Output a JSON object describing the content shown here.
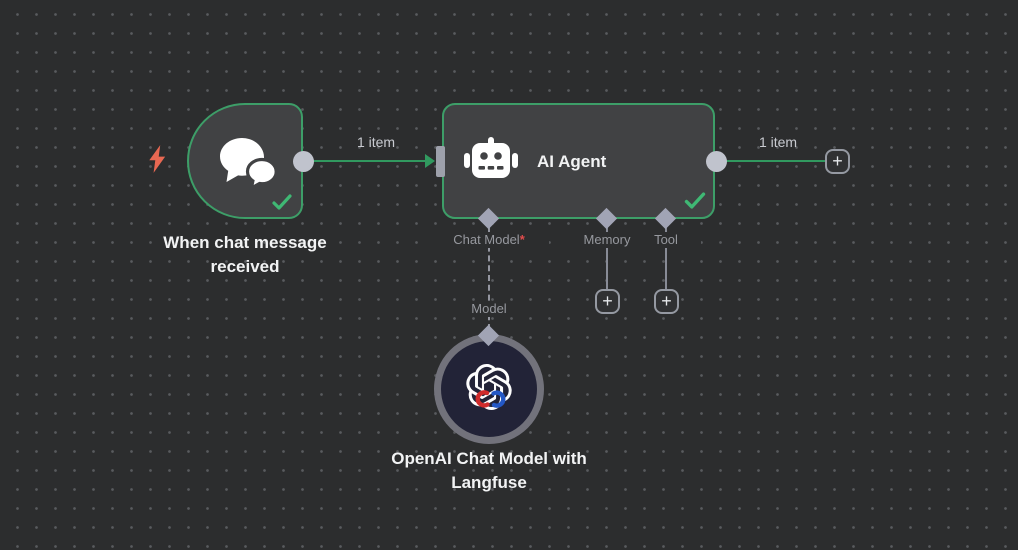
{
  "workflow": {
    "trigger": {
      "label": "When chat message received",
      "status": "success"
    },
    "agent": {
      "title": "AI Agent",
      "status": "success",
      "sub_inputs": [
        {
          "label": "Chat Model",
          "required_marker": "*"
        },
        {
          "label": "Memory",
          "required_marker": ""
        },
        {
          "label": "Tool",
          "required_marker": ""
        }
      ]
    },
    "model_node": {
      "label": "OpenAI Chat Model with Langfuse"
    },
    "connections": {
      "trigger_to_agent": {
        "label": "1 item"
      },
      "agent_output": {
        "label": "1 item"
      },
      "model_to_agent": {
        "label": "Model"
      }
    }
  },
  "ui": {
    "add_button_label": "+"
  },
  "colors": {
    "canvas_bg": "#2c2d2e",
    "node_bg": "#414244",
    "node_border_success": "#3d9e68",
    "connection_green": "#31995f",
    "check_green": "#3fb874",
    "trigger_bolt_orange": "#e96852",
    "required_red": "#e24d4d",
    "port_gray": "#c0c3cd",
    "diamond_gray": "#a1a4b5",
    "model_node_ring": "#72727b",
    "model_node_bg": "#222337"
  }
}
